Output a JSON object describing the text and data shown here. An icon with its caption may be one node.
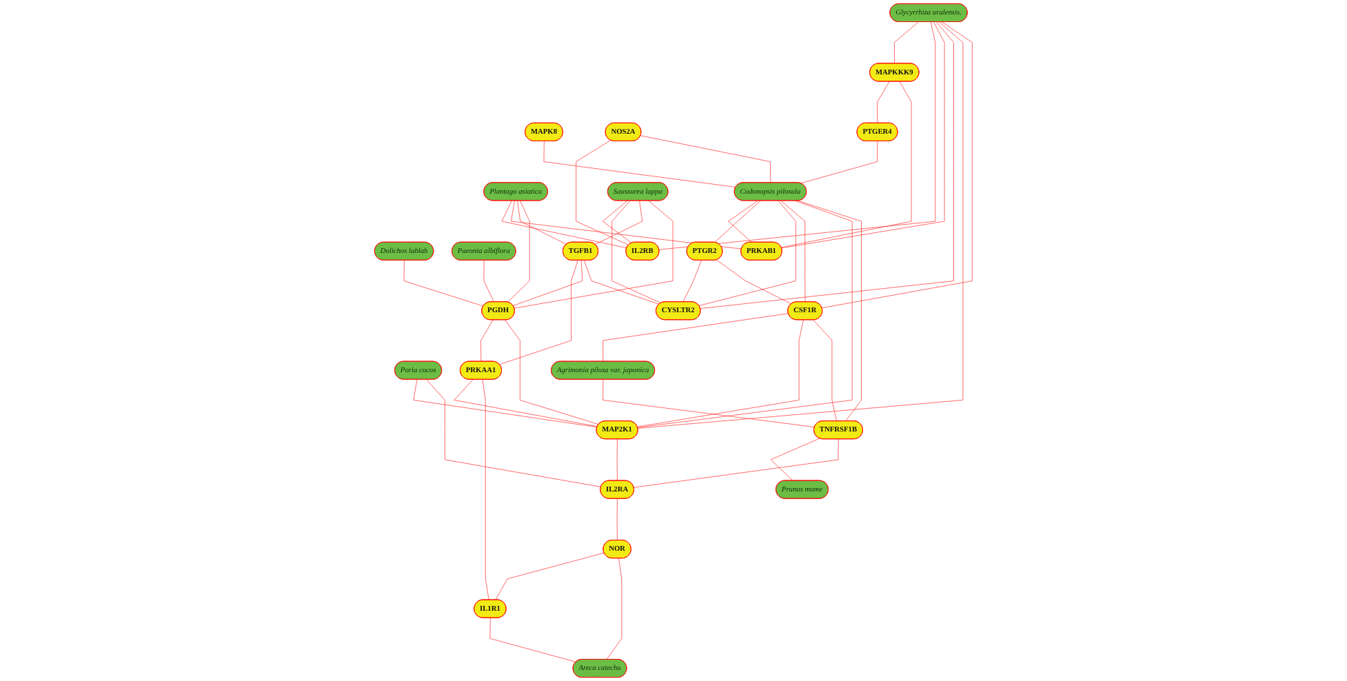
{
  "diagram": {
    "nodes": [
      {
        "text": [
          "Glycyrrhiza uralensis."
        ]
      },
      {
        "text": [
          "Poria cocos"
        ]
      },
      {
        "text": [
          "MAPK8"
        ]
      },
      {
        "text": [
          "NOS2A"
        ]
      },
      {
        "text": [
          "MAPKKK9"
        ]
      },
      {
        "text": [
          "PTGER4"
        ]
      },
      {
        "text": [
          "Plantago asiatica"
        ]
      },
      {
        "text": [
          "Codonopsis pilosula"
        ]
      },
      {
        "text": [
          "IL2RB"
        ]
      },
      {
        "text": [
          "PRKAB1"
        ]
      },
      {
        "text": [
          "PTGR2"
        ]
      },
      {
        "text": [
          "CYSLTR2"
        ]
      },
      {
        "text": [
          "CSF1R"
        ]
      },
      {
        "text": [
          "Saussurea lappa"
        ]
      },
      {
        "text": [
          "Agrimonia pilosa var. japonica"
        ]
      },
      {
        "text": [
          "TGFB1"
        ]
      },
      {
        "text": [
          "MAP2K1"
        ]
      },
      {
        "text": [
          "TNFRSF1B"
        ]
      },
      {
        "text": [
          "PRKAA1"
        ]
      },
      {
        "text": [
          "Dolichos lablab"
        ]
      },
      {
        "text": [
          "IL2RA"
        ]
      },
      {
        "text": [
          "Prunus mume"
        ]
      },
      {
        "text": [
          "PGDH"
        ]
      },
      {
        "text": [
          "NOR"
        ]
      },
      {
        "text": [
          "IL1R1"
        ]
      },
      {
        "text": [
          "Paeonia albiflora"
        ]
      },
      {
        "text": [
          "Areca catechu"
        ]
      }
    ],
    "edges": [
      {
        "from": 0,
        "to": 4,
        "arrow": "none"
      },
      {
        "from": 0,
        "to": 8,
        "arrow": "none"
      },
      {
        "from": 0,
        "to": 9,
        "arrow": "none"
      },
      {
        "from": 0,
        "to": 11,
        "arrow": "none"
      },
      {
        "from": 0,
        "to": 16,
        "arrow": "none"
      },
      {
        "from": 0,
        "to": 12,
        "arrow": "none"
      },
      {
        "from": 6,
        "to": 8,
        "arrow": "none"
      },
      {
        "from": 6,
        "to": 9,
        "arrow": "none"
      },
      {
        "from": 6,
        "to": 15,
        "arrow": "none"
      },
      {
        "from": 6,
        "to": 22,
        "arrow": "none"
      },
      {
        "from": 13,
        "to": 8,
        "arrow": "none"
      },
      {
        "from": 13,
        "to": 11,
        "arrow": "none"
      },
      {
        "from": 13,
        "to": 15,
        "arrow": "none"
      },
      {
        "from": 13,
        "to": 22,
        "arrow": "none"
      },
      {
        "from": 15,
        "to": 18,
        "arrow": "none"
      },
      {
        "from": 15,
        "to": 22,
        "arrow": "none"
      },
      {
        "from": 15,
        "to": 11,
        "arrow": "none"
      },
      {
        "from": 19,
        "to": 22,
        "arrow": "none"
      },
      {
        "from": 25,
        "to": 22,
        "arrow": "none"
      },
      {
        "from": 22,
        "to": 18,
        "arrow": "none"
      },
      {
        "from": 22,
        "to": 16,
        "arrow": "none"
      },
      {
        "from": 18,
        "to": 16,
        "arrow": "none"
      },
      {
        "from": 18,
        "to": 24,
        "arrow": "none"
      },
      {
        "from": 2,
        "to": 7,
        "arrow": "none"
      },
      {
        "from": 3,
        "to": 8,
        "arrow": "none"
      },
      {
        "from": 3,
        "to": 7,
        "arrow": "none"
      },
      {
        "from": 4,
        "to": 5,
        "arrow": "none"
      },
      {
        "from": 4,
        "to": 9,
        "arrow": "none"
      },
      {
        "from": 5,
        "to": 7,
        "arrow": "none"
      },
      {
        "from": 7,
        "to": 9,
        "arrow": "none"
      },
      {
        "from": 7,
        "to": 10,
        "arrow": "none"
      },
      {
        "from": 7,
        "to": 11,
        "arrow": "none"
      },
      {
        "from": 7,
        "to": 12,
        "arrow": "none"
      },
      {
        "from": 7,
        "to": 16,
        "arrow": "none"
      },
      {
        "from": 7,
        "to": 17,
        "arrow": "none"
      },
      {
        "from": 1,
        "to": 16,
        "arrow": "none"
      },
      {
        "from": 1,
        "to": 20,
        "arrow": "none"
      },
      {
        "from": 10,
        "to": 11,
        "arrow": "none"
      },
      {
        "from": 10,
        "to": 12,
        "arrow": "none"
      },
      {
        "from": 12,
        "to": 14,
        "arrow": "none"
      },
      {
        "from": 12,
        "to": 16,
        "arrow": "none"
      },
      {
        "from": 12,
        "to": 17,
        "arrow": "none"
      },
      {
        "from": 14,
        "to": 17,
        "arrow": "none"
      },
      {
        "from": 17,
        "to": 21,
        "arrow": "none"
      },
      {
        "from": 17,
        "to": 20,
        "arrow": "none"
      },
      {
        "from": 16,
        "to": 20,
        "arrow": "none"
      },
      {
        "from": 20,
        "to": 23,
        "arrow": "none"
      },
      {
        "from": 23,
        "to": 24,
        "arrow": "none"
      },
      {
        "from": 24,
        "to": 26,
        "arrow": "none"
      },
      {
        "from": 23,
        "to": 26,
        "arrow": "none"
      }
    ]
  }
}
